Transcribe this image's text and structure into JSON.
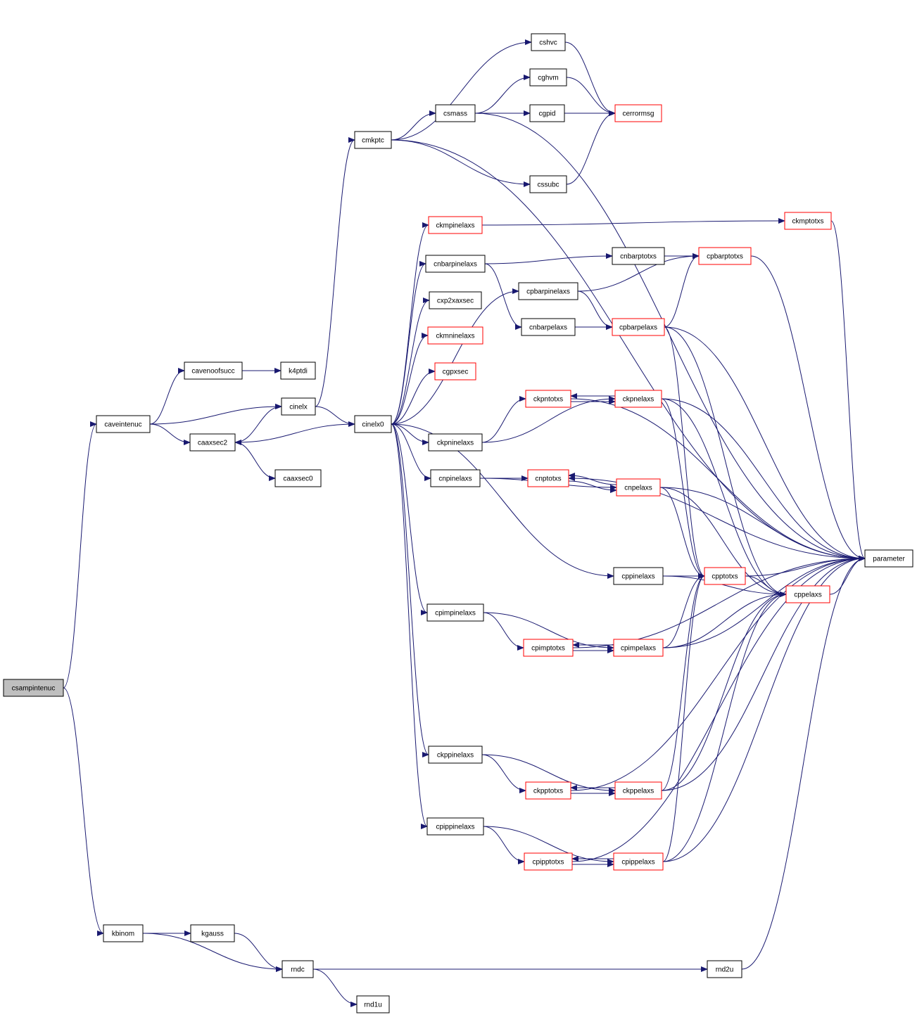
{
  "colors": {
    "edge": "#191970",
    "root_fill": "#bfbfbf",
    "node_border": "#000000",
    "highlight_border": "#ff0000",
    "background": "#ffffff"
  },
  "nodes": [
    {
      "id": "csampintenuc",
      "label": "csampintenuc",
      "style": "root"
    },
    {
      "id": "caveintenuc",
      "label": "caveintenuc",
      "style": "normal"
    },
    {
      "id": "kbinom",
      "label": "kbinom",
      "style": "normal"
    },
    {
      "id": "cavenoofsucc",
      "label": "cavenoofsucc",
      "style": "normal"
    },
    {
      "id": "k4ptdi",
      "label": "k4ptdi",
      "style": "normal"
    },
    {
      "id": "cinelx",
      "label": "cinelx",
      "style": "normal"
    },
    {
      "id": "caaxsec2",
      "label": "caaxsec2",
      "style": "normal"
    },
    {
      "id": "caaxsec0",
      "label": "caaxsec0",
      "style": "normal"
    },
    {
      "id": "cinelx0",
      "label": "cinelx0",
      "style": "normal"
    },
    {
      "id": "cmkptc",
      "label": "cmkptc",
      "style": "normal"
    },
    {
      "id": "cshvc",
      "label": "cshvc",
      "style": "normal"
    },
    {
      "id": "csmass",
      "label": "csmass",
      "style": "normal"
    },
    {
      "id": "cghvm",
      "label": "cghvm",
      "style": "normal"
    },
    {
      "id": "cgpid",
      "label": "cgpid",
      "style": "normal"
    },
    {
      "id": "cerrormsg",
      "label": "cerrormsg",
      "style": "red"
    },
    {
      "id": "cssubc",
      "label": "cssubc",
      "style": "normal"
    },
    {
      "id": "ckmpinelaxs",
      "label": "ckmpinelaxs",
      "style": "red"
    },
    {
      "id": "ckmptotxs",
      "label": "ckmptotxs",
      "style": "red"
    },
    {
      "id": "cnbarpinelaxs",
      "label": "cnbarpinelaxs",
      "style": "normal"
    },
    {
      "id": "cnbarptotxs",
      "label": "cnbarptotxs",
      "style": "normal"
    },
    {
      "id": "cpbarptotxs",
      "label": "cpbarptotxs",
      "style": "red"
    },
    {
      "id": "cxp2xaxsec",
      "label": "cxp2xaxsec",
      "style": "normal"
    },
    {
      "id": "cpbarpinelaxs",
      "label": "cpbarpinelaxs",
      "style": "normal"
    },
    {
      "id": "cnbarpelaxs",
      "label": "cnbarpelaxs",
      "style": "normal"
    },
    {
      "id": "cpbarpelaxs",
      "label": "cpbarpelaxs",
      "style": "red"
    },
    {
      "id": "ckmninelaxs",
      "label": "ckmninelaxs",
      "style": "red"
    },
    {
      "id": "cgpxsec",
      "label": "cgpxsec",
      "style": "red"
    },
    {
      "id": "ckpntotxs",
      "label": "ckpntotxs",
      "style": "red"
    },
    {
      "id": "ckpnelaxs",
      "label": "ckpnelaxs",
      "style": "red"
    },
    {
      "id": "ckpninelaxs",
      "label": "ckpninelaxs",
      "style": "normal"
    },
    {
      "id": "cnpinelaxs",
      "label": "cnpinelaxs",
      "style": "normal"
    },
    {
      "id": "cnptotxs",
      "label": "cnptotxs",
      "style": "red"
    },
    {
      "id": "cnpelaxs",
      "label": "cnpelaxs",
      "style": "red"
    },
    {
      "id": "parameter",
      "label": "parameter",
      "style": "normal"
    },
    {
      "id": "cppinelaxs",
      "label": "cppinelaxs",
      "style": "normal"
    },
    {
      "id": "cpptotxs",
      "label": "cpptotxs",
      "style": "red"
    },
    {
      "id": "cppelaxs",
      "label": "cppelaxs",
      "style": "red"
    },
    {
      "id": "cpimpinelaxs",
      "label": "cpimpinelaxs",
      "style": "normal"
    },
    {
      "id": "cpimptotxs",
      "label": "cpimptotxs",
      "style": "red"
    },
    {
      "id": "cpimpelaxs",
      "label": "cpimpelaxs",
      "style": "red"
    },
    {
      "id": "ckppinelaxs",
      "label": "ckppinelaxs",
      "style": "normal"
    },
    {
      "id": "ckpptotxs",
      "label": "ckpptotxs",
      "style": "red"
    },
    {
      "id": "ckppelaxs",
      "label": "ckppelaxs",
      "style": "red"
    },
    {
      "id": "cpippinelaxs",
      "label": "cpippinelaxs",
      "style": "normal"
    },
    {
      "id": "cpipptotxs",
      "label": "cpipptotxs",
      "style": "red"
    },
    {
      "id": "cpippelaxs",
      "label": "cpippelaxs",
      "style": "red"
    },
    {
      "id": "kgauss",
      "label": "kgauss",
      "style": "normal"
    },
    {
      "id": "rndc",
      "label": "rndc",
      "style": "normal"
    },
    {
      "id": "rnd2u",
      "label": "rnd2u",
      "style": "normal"
    },
    {
      "id": "rnd1u",
      "label": "rnd1u",
      "style": "normal"
    }
  ],
  "edges": [
    [
      "csampintenuc",
      "caveintenuc"
    ],
    [
      "csampintenuc",
      "kbinom"
    ],
    [
      "caveintenuc",
      "cavenoofsucc"
    ],
    [
      "caveintenuc",
      "cinelx"
    ],
    [
      "caveintenuc",
      "caaxsec2"
    ],
    [
      "cavenoofsucc",
      "k4ptdi"
    ],
    [
      "caaxsec2",
      "cinelx"
    ],
    [
      "caaxsec2",
      "caaxsec0"
    ],
    [
      "cinelx",
      "cmkptc"
    ],
    [
      "cinelx",
      "cinelx0"
    ],
    [
      "cinelx0",
      "caaxsec2"
    ],
    [
      "cmkptc",
      "cshvc"
    ],
    [
      "cmkptc",
      "csmass"
    ],
    [
      "cmkptc",
      "cssubc"
    ],
    [
      "cmkptc",
      "parameter"
    ],
    [
      "cshvc",
      "cerrormsg"
    ],
    [
      "csmass",
      "cghvm"
    ],
    [
      "csmass",
      "cgpid"
    ],
    [
      "csmass",
      "cerrormsg"
    ],
    [
      "csmass",
      "parameter"
    ],
    [
      "cghvm",
      "cerrormsg"
    ],
    [
      "cgpid",
      "cerrormsg"
    ],
    [
      "cssubc",
      "cerrormsg"
    ],
    [
      "cinelx0",
      "ckmpinelaxs"
    ],
    [
      "cinelx0",
      "cnbarpinelaxs"
    ],
    [
      "cinelx0",
      "cxp2xaxsec"
    ],
    [
      "cinelx0",
      "ckmninelaxs"
    ],
    [
      "cinelx0",
      "cgpxsec"
    ],
    [
      "cinelx0",
      "cpbarpinelaxs"
    ],
    [
      "cinelx0",
      "ckpninelaxs"
    ],
    [
      "cinelx0",
      "cnpinelaxs"
    ],
    [
      "cinelx0",
      "cppinelaxs"
    ],
    [
      "cinelx0",
      "cpimpinelaxs"
    ],
    [
      "cinelx0",
      "ckppinelaxs"
    ],
    [
      "cinelx0",
      "cpippinelaxs"
    ],
    [
      "ckmpinelaxs",
      "ckmptotxs"
    ],
    [
      "ckmptotxs",
      "parameter"
    ],
    [
      "cnbarpinelaxs",
      "cnbarptotxs"
    ],
    [
      "cnbarpinelaxs",
      "cnbarpelaxs"
    ],
    [
      "cnbarptotxs",
      "cpbarptotxs"
    ],
    [
      "cpbarptotxs",
      "parameter"
    ],
    [
      "cpbarpinelaxs",
      "cpbarptotxs"
    ],
    [
      "cpbarpinelaxs",
      "cpbarpelaxs"
    ],
    [
      "cnbarpelaxs",
      "cpbarpelaxs"
    ],
    [
      "cpbarpelaxs",
      "cpbarptotxs"
    ],
    [
      "cpbarpelaxs",
      "parameter"
    ],
    [
      "cpbarpelaxs",
      "cpptotxs"
    ],
    [
      "cpbarpelaxs",
      "cppelaxs"
    ],
    [
      "ckpninelaxs",
      "ckpntotxs"
    ],
    [
      "ckpninelaxs",
      "ckpnelaxs"
    ],
    [
      "ckpntotxs",
      "ckpnelaxs"
    ],
    [
      "ckpnelaxs",
      "ckpntotxs"
    ],
    [
      "ckpntotxs",
      "parameter"
    ],
    [
      "ckpnelaxs",
      "parameter"
    ],
    [
      "ckpnelaxs",
      "cpptotxs"
    ],
    [
      "ckpnelaxs",
      "cppelaxs"
    ],
    [
      "cnpinelaxs",
      "cnptotxs"
    ],
    [
      "cnpinelaxs",
      "cnpelaxs"
    ],
    [
      "cnptotxs",
      "cnpelaxs"
    ],
    [
      "cnpelaxs",
      "cnptotxs"
    ],
    [
      "cnpelaxs",
      "parameter"
    ],
    [
      "cnpelaxs",
      "cpptotxs"
    ],
    [
      "cnpelaxs",
      "cppelaxs"
    ],
    [
      "parameter",
      "cnptotxs"
    ],
    [
      "cppinelaxs",
      "cpptotxs"
    ],
    [
      "cppinelaxs",
      "cppelaxs"
    ],
    [
      "cpptotxs",
      "cppelaxs"
    ],
    [
      "cpptotxs",
      "parameter"
    ],
    [
      "cppelaxs",
      "parameter"
    ],
    [
      "cpimpinelaxs",
      "cpimptotxs"
    ],
    [
      "cpimpinelaxs",
      "cpimpelaxs"
    ],
    [
      "cpimptotxs",
      "cpimpelaxs"
    ],
    [
      "cpimpelaxs",
      "cpimptotxs"
    ],
    [
      "cpimpelaxs",
      "cpptotxs"
    ],
    [
      "cpimpelaxs",
      "cppelaxs"
    ],
    [
      "cpimpelaxs",
      "parameter"
    ],
    [
      "cpimptotxs",
      "parameter"
    ],
    [
      "ckppinelaxs",
      "ckpptotxs"
    ],
    [
      "ckppinelaxs",
      "ckppelaxs"
    ],
    [
      "ckpptotxs",
      "ckppelaxs"
    ],
    [
      "ckppelaxs",
      "ckpptotxs"
    ],
    [
      "ckppelaxs",
      "cpptotxs"
    ],
    [
      "ckppelaxs",
      "cppelaxs"
    ],
    [
      "ckppelaxs",
      "parameter"
    ],
    [
      "ckpptotxs",
      "parameter"
    ],
    [
      "cpippinelaxs",
      "cpipptotxs"
    ],
    [
      "cpippinelaxs",
      "cpippelaxs"
    ],
    [
      "cpipptotxs",
      "cpippelaxs"
    ],
    [
      "cpippelaxs",
      "cpipptotxs"
    ],
    [
      "cpippelaxs",
      "cpptotxs"
    ],
    [
      "cpippelaxs",
      "cppelaxs"
    ],
    [
      "cpippelaxs",
      "parameter"
    ],
    [
      "cpipptotxs",
      "parameter"
    ],
    [
      "kbinom",
      "kgauss"
    ],
    [
      "kbinom",
      "rndc"
    ],
    [
      "kgauss",
      "rndc"
    ],
    [
      "rndc",
      "rnd2u"
    ],
    [
      "rndc",
      "rnd1u"
    ],
    [
      "rnd2u",
      "parameter"
    ]
  ]
}
